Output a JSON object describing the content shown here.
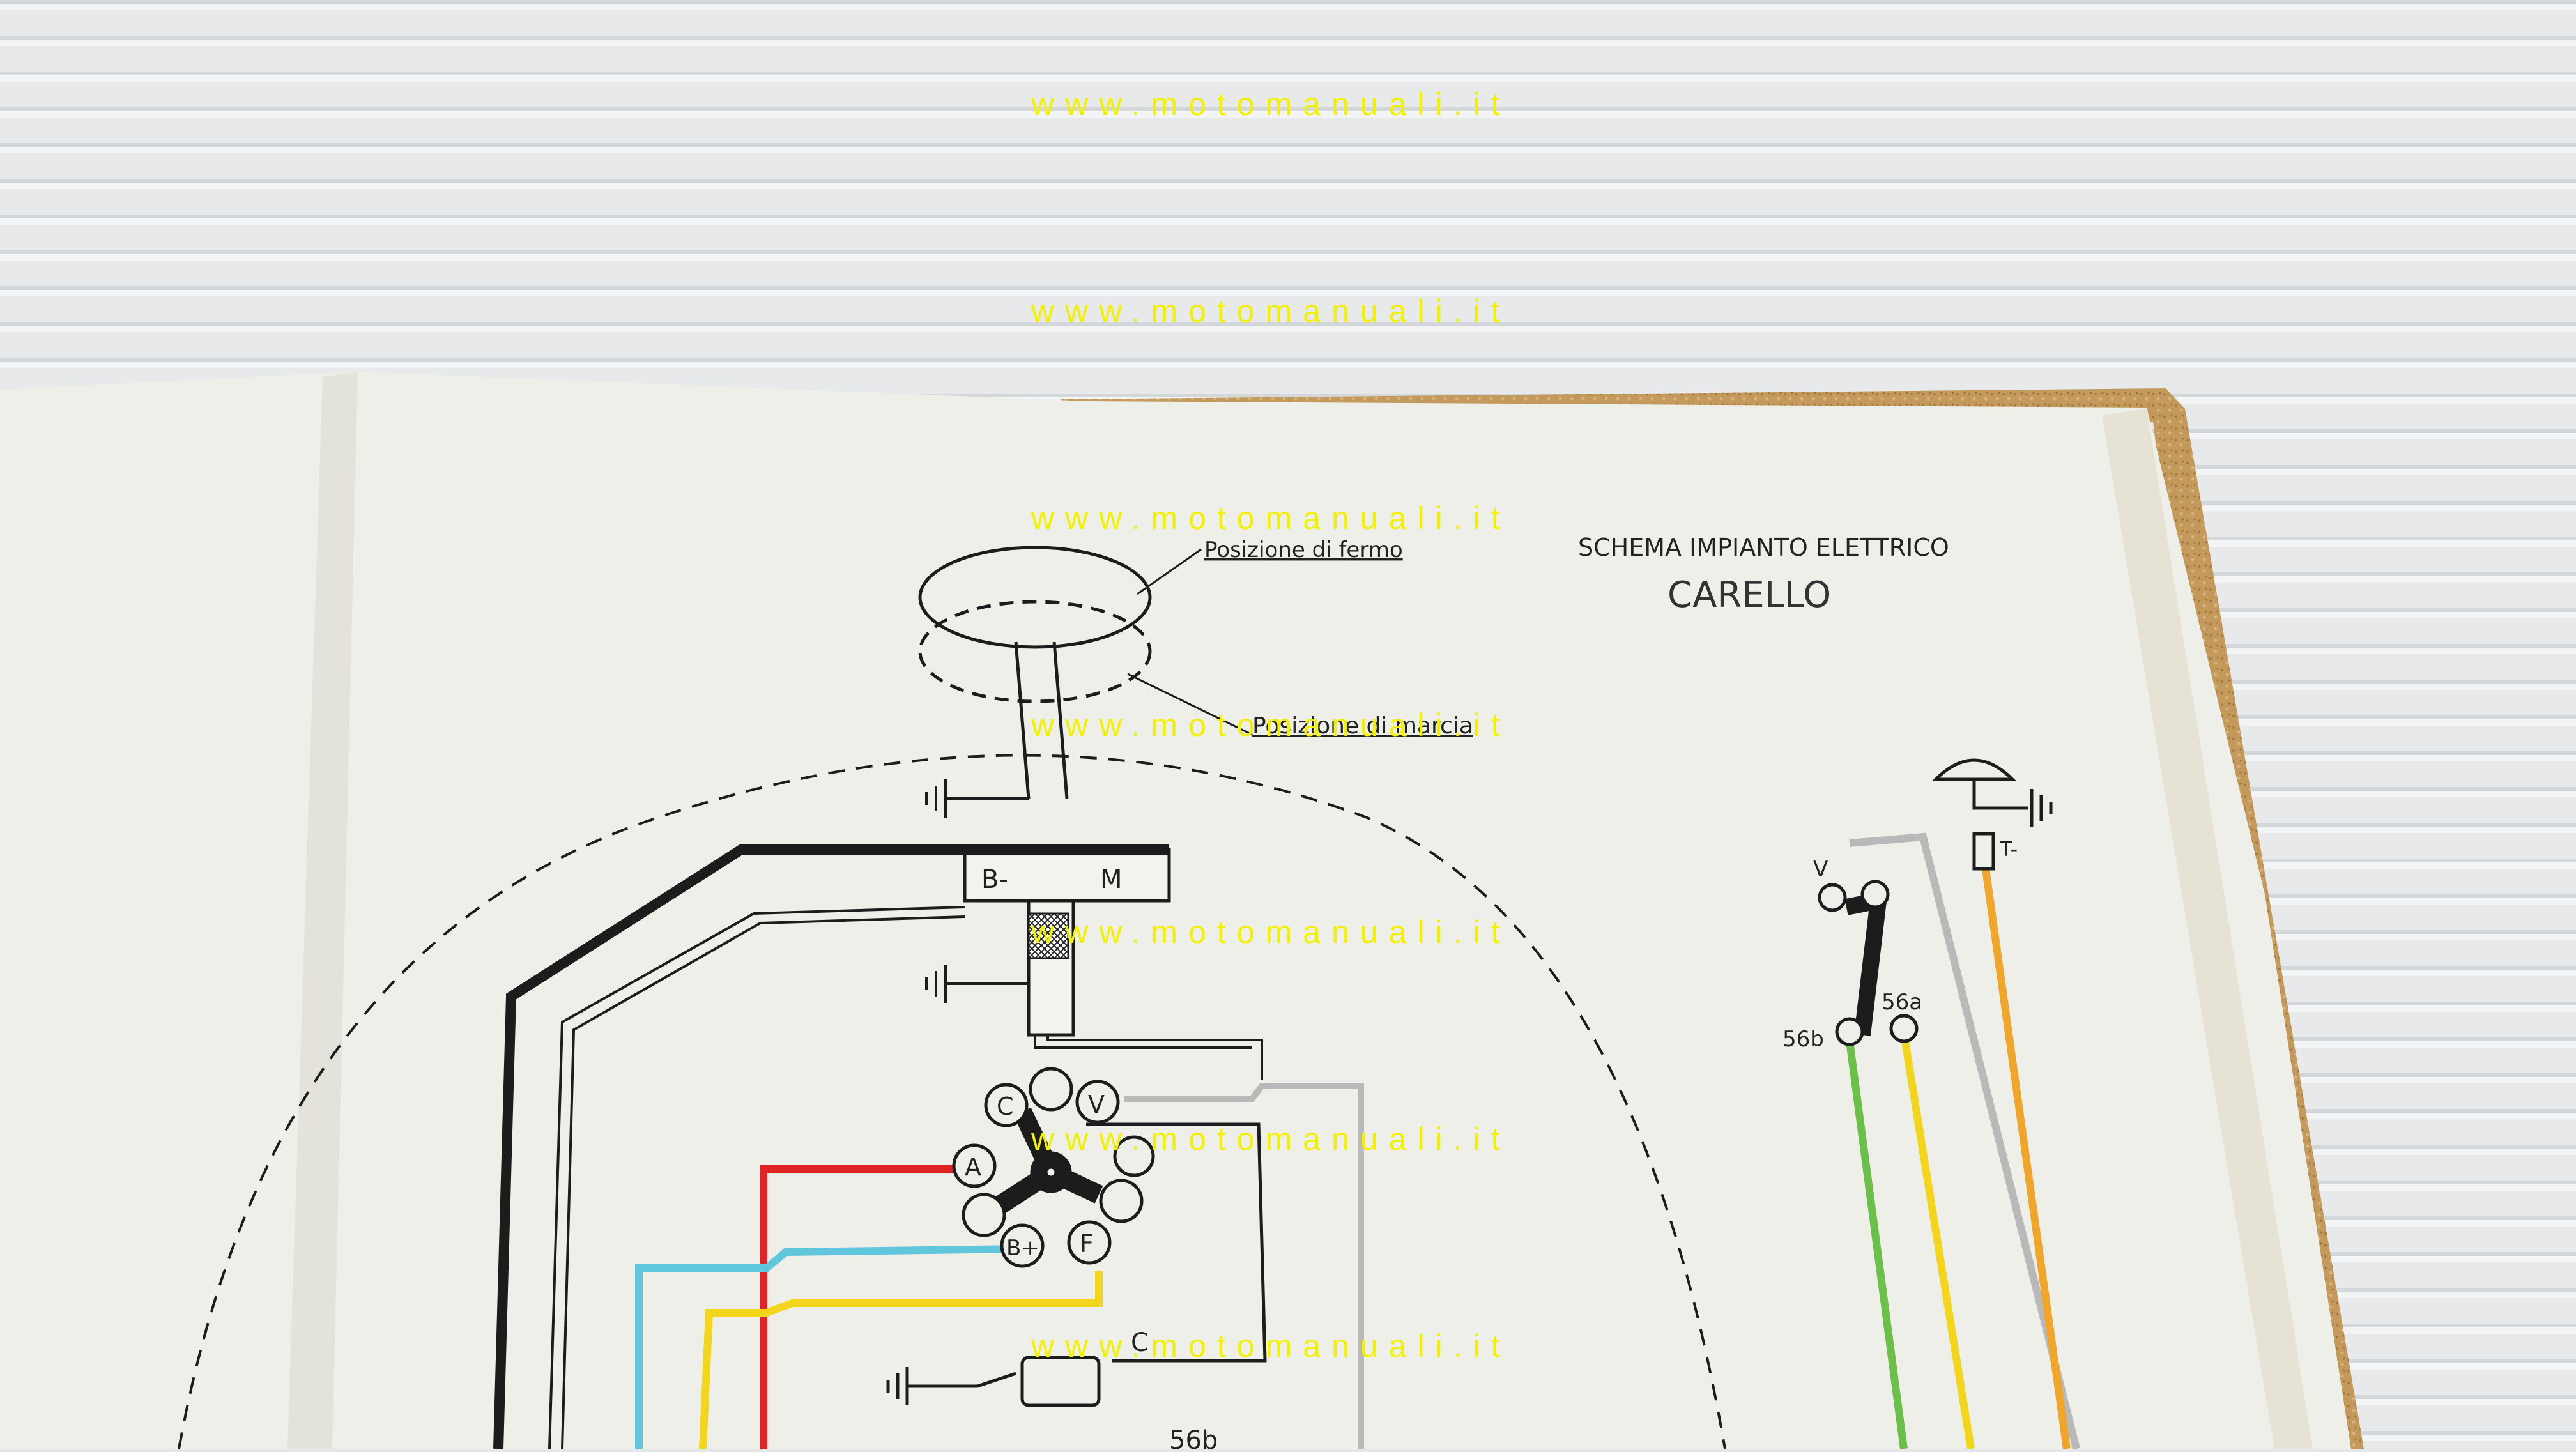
{
  "watermarks": [
    "www.motomanuali.it",
    "www.motomanuali.it",
    "www.motomanuali.it",
    "www.motomanuali.it",
    "www.motomanuali.it",
    "www.motomanuali.it",
    "www.motomanuali.it"
  ],
  "diagram": {
    "heading": "SCHEMA IMPIANTO ELETTRICO",
    "subheading": "CARELLO",
    "label_stop": "Posizione di fermo",
    "label_run": "Posizione di marcia",
    "terminal_b_minus": "B-",
    "terminal_m": "M",
    "switch_c": "C",
    "switch_v": "V",
    "switch_a": "A",
    "switch_b_plus": "B+",
    "switch_f": "F",
    "wire_c": "C",
    "right_v": "V",
    "right_t_minus": "T-",
    "right_56a": "56a",
    "right_56b": "56b",
    "bottom_56b": "56b"
  },
  "colors": {
    "paper": "#efefe9",
    "cork": "#c49a5c",
    "wire_black": "#1c1c1c",
    "wire_red": "#e02424",
    "wire_cyan": "#5fc6dc",
    "wire_yellow": "#f2d51c",
    "wire_green": "#6cc04a",
    "wire_orange": "#efa62a",
    "wire_gray": "#b9b9b9",
    "watermark": "#f2f200"
  }
}
